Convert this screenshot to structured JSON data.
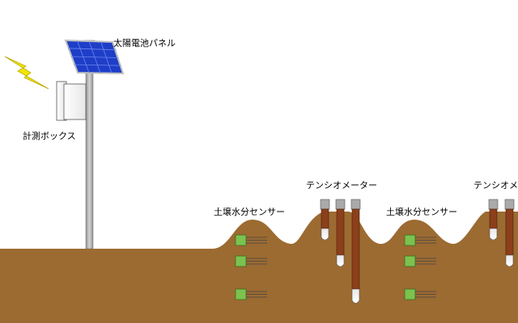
{
  "labels": {
    "solar_panel": "太陽電池パネル",
    "measurement_box": "計測ボックス",
    "soil_sensor_1": "土壌水分センサー",
    "soil_sensor_2": "土壌水分センサー",
    "tensiometer_1": "テンシオメーター",
    "tensiometer_2": "テンシオメ"
  },
  "colors": {
    "soil": "#9c6b32",
    "sensor": "#7cc24f",
    "tube": "#8b3f1a",
    "tube_cap": "#aaaaaa",
    "pole": "#b8b8b8",
    "panel": "#1e3ec8",
    "lightning": "#f2e600"
  },
  "icons": {
    "lightning": "lightning-bolt-icon",
    "panel": "solar-panel-icon"
  }
}
